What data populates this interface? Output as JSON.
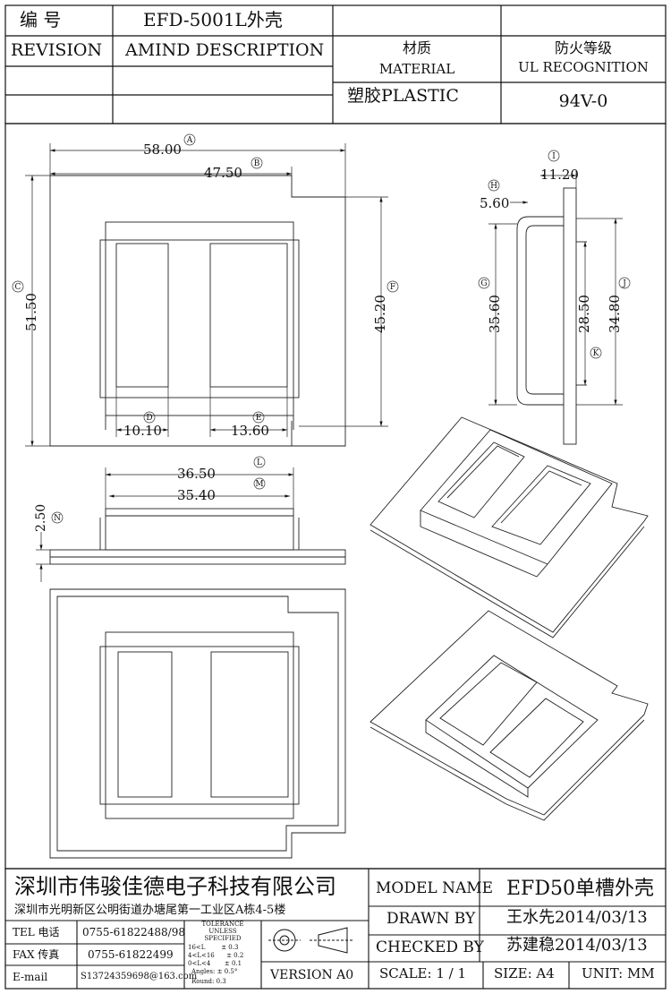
{
  "header": {
    "number_label": "编  号",
    "part_number": "EFD-5001L外壳",
    "revision_label": "REVISION",
    "amind_label": "AMIND DESCRIPTION",
    "material_cn": "材质",
    "material_en": "MATERIAL",
    "material_value": "塑胶PLASTIC",
    "ul_cn": "防火等级",
    "ul_en": "UL RECOGNITION",
    "ul_value": "94V-0"
  },
  "dimensions": {
    "A": "58.00",
    "B": "47.50",
    "C": "51.50",
    "D": "10.10",
    "E": "13.60",
    "F": "45.20",
    "H": "5.60",
    "I": "11.20",
    "G": "35.60",
    "K": "28.50",
    "J": "34.80",
    "L": "36.50",
    "M": "35.40",
    "N": "2.50"
  },
  "circle_labels": [
    "A",
    "B",
    "C",
    "D",
    "E",
    "F",
    "H",
    "I",
    "G",
    "K",
    "J",
    "L",
    "M",
    "N"
  ],
  "titleblock": {
    "company": "深圳市伟骏佳德电子科技有限公司",
    "address": "深圳市光明新区公明街道办塘尾第一工业区A栋4-5楼",
    "tel_label": "TEL 电话",
    "tel": "0755-61822488/98",
    "fax_label": "FAX 传真",
    "fax": "0755-61822499",
    "email_label": "E-mail",
    "email": "S13724359698@163.com",
    "tolerance_title": "TOLERANCE",
    "tolerance_unless": "UNLESS",
    "tolerance_specified": "SPECIFIED",
    "tol_rows": [
      "16<L        ± 0.3",
      "4<L<16      ± 0.2",
      "0<L<4       ± 0.1",
      "Angles: ± 0.5°",
      "Round: 0.3"
    ],
    "version": "VERSION A0",
    "model_label": "MODEL NAME",
    "model_value": "EFD50单槽外壳",
    "drawn_label": "DRAWN BY",
    "drawn_value": "王水先2014/03/13",
    "checked_label": "CHECKED BY",
    "checked_value": "苏建稳2014/03/13",
    "scale_label": "SCALE: 1 / 1",
    "size_label": "SIZE: A4",
    "unit_label": "UNIT: MM"
  }
}
